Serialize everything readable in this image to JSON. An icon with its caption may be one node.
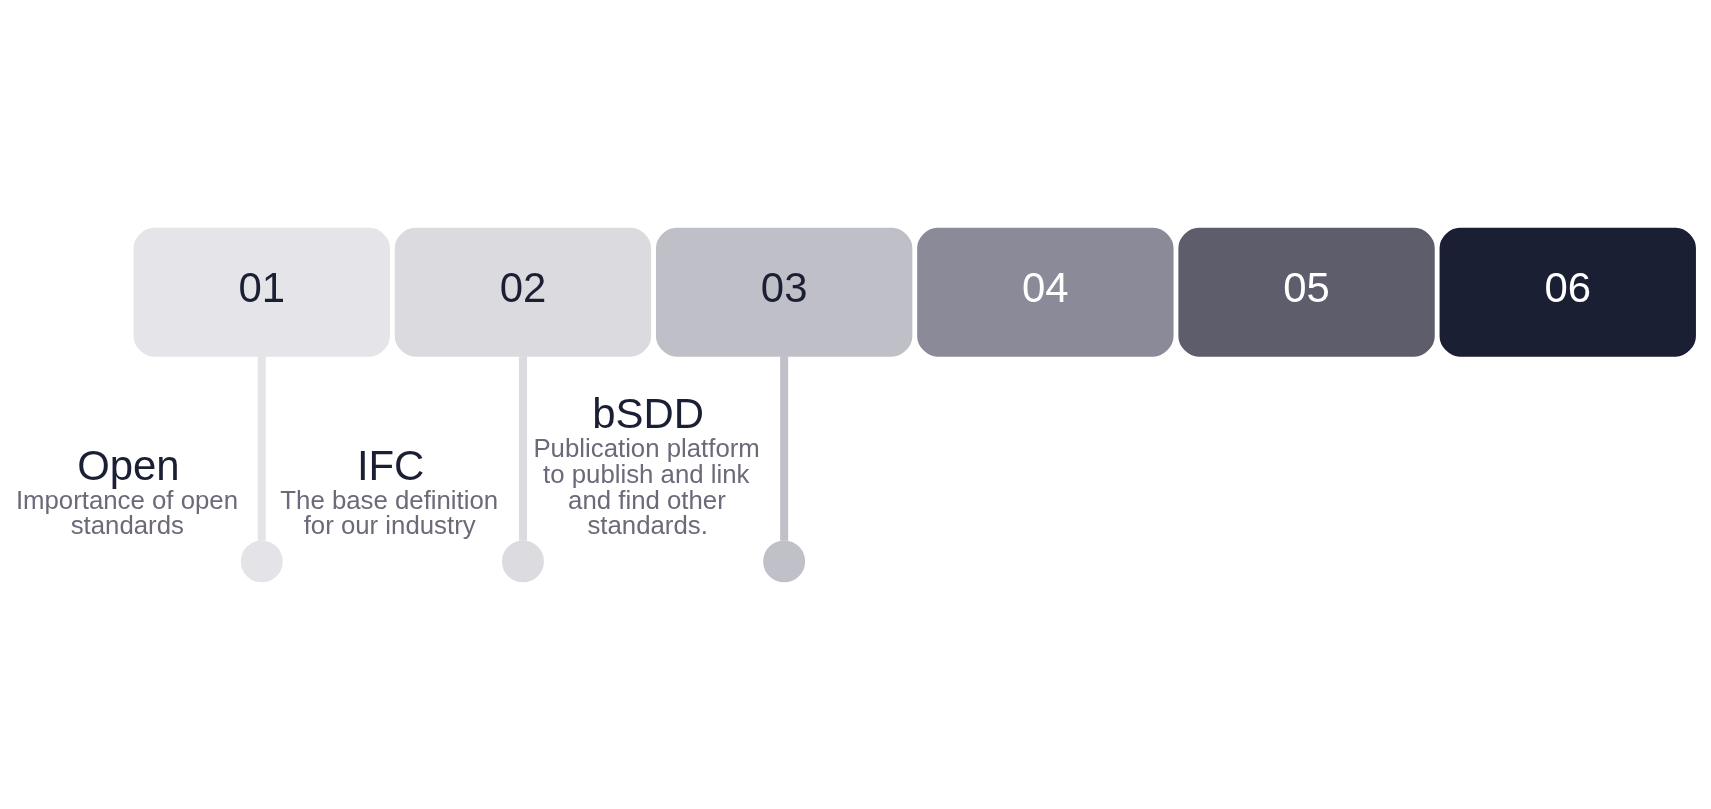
{
  "diagram": {
    "nodes": [
      {
        "text": [
          "01"
        ]
      },
      {
        "text": [
          "02"
        ]
      },
      {
        "text": [
          "03"
        ]
      },
      {
        "text": [
          "04"
        ]
      },
      {
        "text": [
          "05"
        ]
      },
      {
        "text": [
          "06"
        ]
      },
      {
        "text": [],
        "shape": "circle",
        "beside": [
          "Open",
          "Importance of open standards"
        ]
      },
      {
        "text": [],
        "shape": "circle",
        "beside": [
          "IFC",
          "The base definition for our industry"
        ]
      },
      {
        "text": [],
        "shape": "circle",
        "beside": [
          "bSDD",
          "Publication platform to publish and link and find other standards."
        ]
      }
    ],
    "edges": [
      {
        "from": 0,
        "to": 6,
        "arrow": "none",
        "color": "#e4e4e8"
      },
      {
        "from": 1,
        "to": 7,
        "arrow": "none",
        "color": "#dcdce0"
      },
      {
        "from": 2,
        "to": 8,
        "arrow": "none",
        "color": "#c0c0c8"
      }
    ]
  }
}
